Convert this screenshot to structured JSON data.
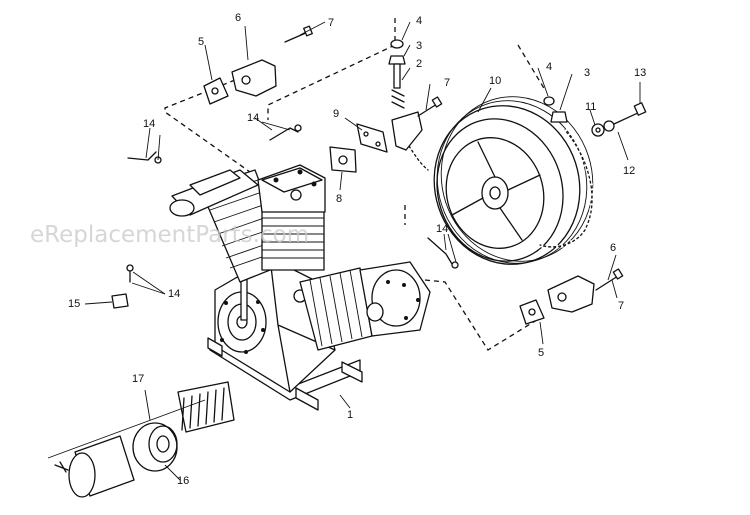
{
  "watermark": "eReplacementParts.com",
  "callouts": {
    "c1": "1",
    "c2": "2",
    "c3a": "3",
    "c3b": "3",
    "c4a": "4",
    "c4b": "4",
    "c5a": "5",
    "c5b": "5",
    "c6a": "6",
    "c6b": "6",
    "c7a": "7",
    "c7b": "7",
    "c7c": "7",
    "c8": "8",
    "c9": "9",
    "c10": "10",
    "c11": "11",
    "c12": "12",
    "c13": "13",
    "c14a": "14",
    "c14b": "14",
    "c14c": "14",
    "c14d": "14",
    "c15": "15",
    "c16": "16",
    "c17": "17"
  },
  "colors": {
    "ink": "#111111",
    "paper": "#ffffff",
    "watermark": "#c9c9c9"
  }
}
